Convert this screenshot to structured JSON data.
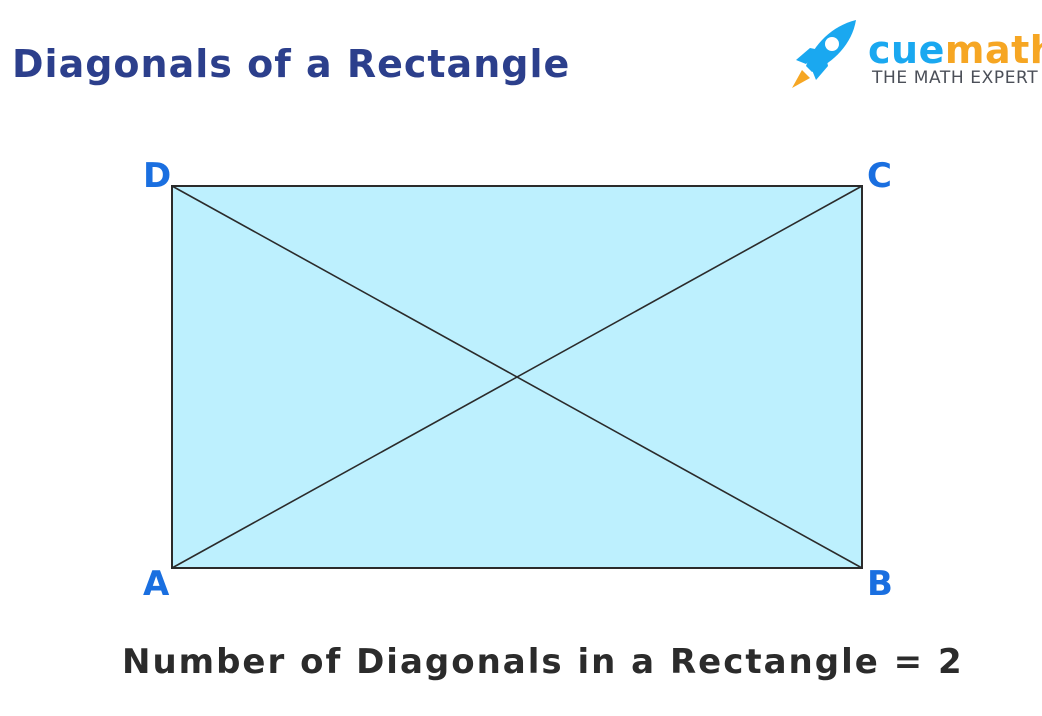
{
  "title": "Diagonals of a Rectangle",
  "logo": {
    "name_part1": "cue",
    "name_part2": "math",
    "tagline": "THE MATH EXPERT",
    "icon": "rocket-icon"
  },
  "vertices": {
    "a": "A",
    "b": "B",
    "c": "C",
    "d": "D"
  },
  "footer": "Number of Diagonals in a Rectangle =  2",
  "colors": {
    "title": "#2c3f8c",
    "vertex_label": "#1a6fe0",
    "rectangle_fill": "#bdf0fe",
    "outline": "#2b2b2b",
    "brand_blue": "#1aa8f0",
    "brand_orange": "#f6a623"
  }
}
